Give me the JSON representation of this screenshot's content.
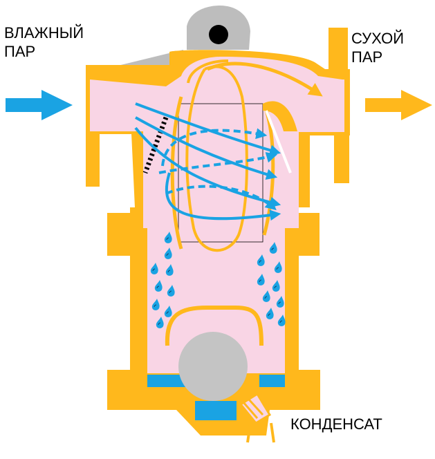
{
  "labels": {
    "inlet_line1": "ВЛАЖНЫЙ",
    "inlet_line2": "ПАР",
    "outlet_line1": "СУХОЙ",
    "outlet_line2": "ПАР",
    "condensate": "КОНДЕНСАТ"
  },
  "colors": {
    "body": "#ffb81c",
    "steam": "#f9d5e5",
    "wet_flow": "#1aa3e3",
    "condensate_pool": "#1aa3e3",
    "float": "#c4c4c4",
    "cap": "#bdbdbd"
  },
  "icons": {
    "inlet_arrow": "arrow-right-blue",
    "outlet_arrow": "arrow-right-orange",
    "droplets": "water-drop"
  }
}
